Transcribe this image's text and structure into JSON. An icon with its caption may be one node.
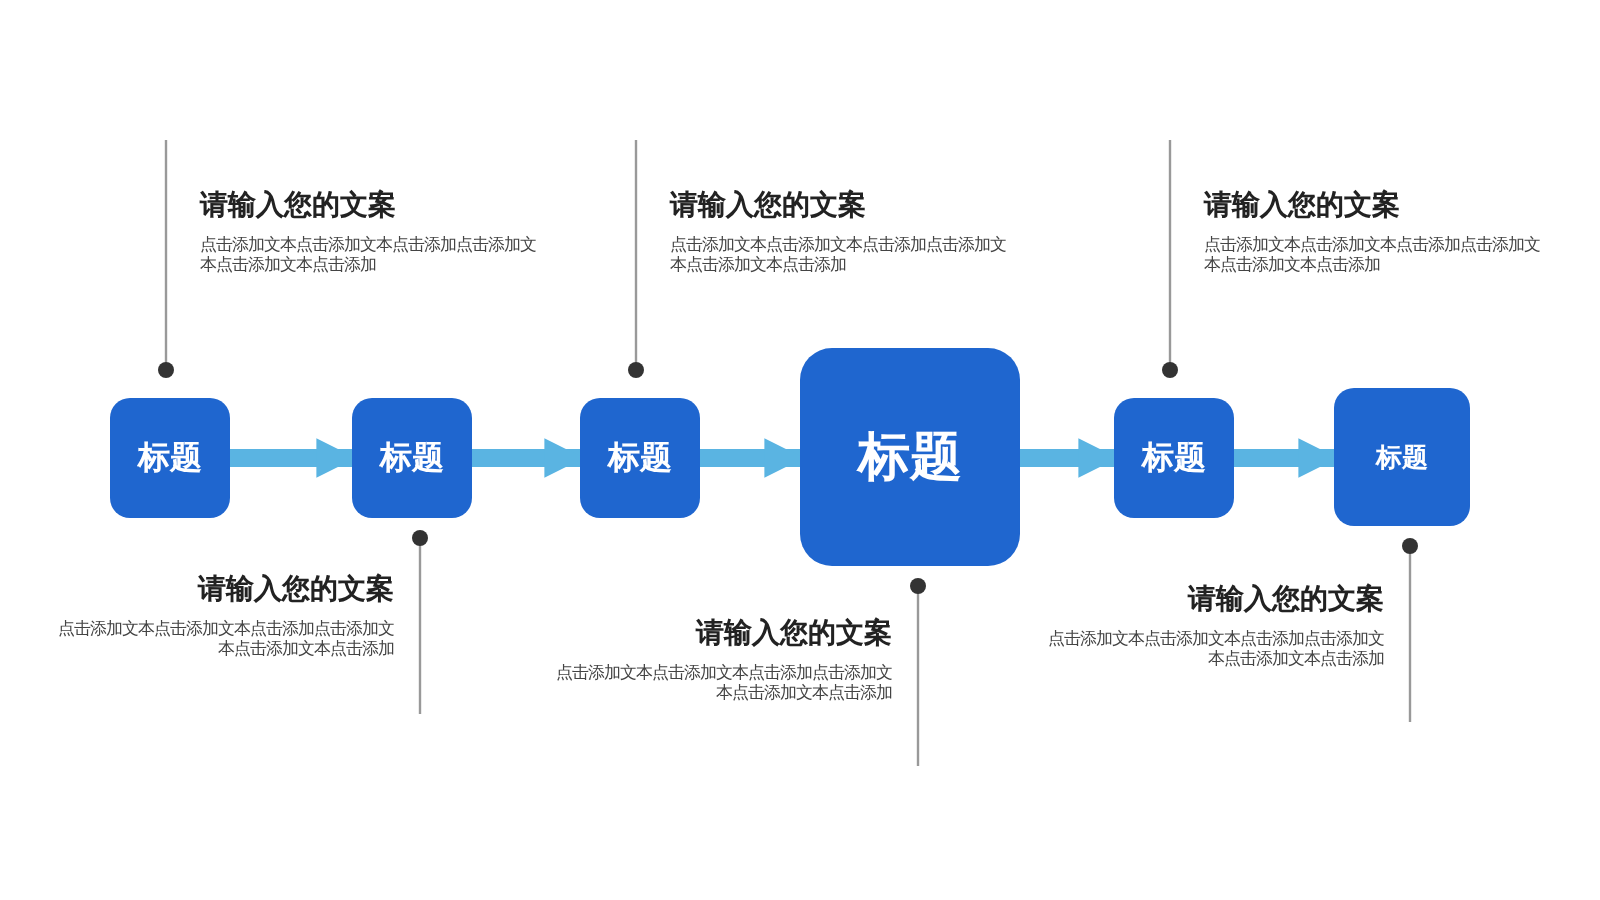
{
  "diagram": {
    "nodes": [
      {
        "text": [
          "标题"
        ],
        "beside": [
          "请输入您的文案",
          "点击添加文本点击添加文本点击添加点击添加文本点击添加文本点击添加"
        ]
      },
      {
        "text": [
          "标题"
        ],
        "beside": [
          "请输入您的文案",
          "点击添加文本点击添加文本点击添加点击添加文本点击添加文本点击添加"
        ]
      },
      {
        "text": [
          "标题"
        ],
        "beside": [
          "请输入您的文案",
          "点击添加文本点击添加文本点击添加点击添加文本点击添加文本点击添加"
        ]
      },
      {
        "text": [
          "标题"
        ],
        "beside": [
          "请输入您的文案",
          "点击添加文本点击添加文本点击添加点击添加文本点击添加文本点击添加"
        ]
      },
      {
        "text": [
          "标题"
        ],
        "beside": [
          "请输入您的文案",
          "点击添加文本点击添加文本点击添加点击添加文本点击添加文本点击添加"
        ]
      },
      {
        "text": [
          "标题"
        ],
        "beside": [
          "请输入您的文案",
          "点击添加文本点击添加文本点击添加点击添加文本点击添加文本点击添加"
        ]
      }
    ],
    "edges": [
      {
        "from": 0,
        "to": 1,
        "arrow": "to"
      },
      {
        "from": 1,
        "to": 2,
        "arrow": "to"
      },
      {
        "from": 2,
        "to": 3,
        "arrow": "to"
      },
      {
        "from": 3,
        "to": 4,
        "arrow": "to"
      },
      {
        "from": 4,
        "to": 5,
        "arrow": "to"
      }
    ]
  }
}
